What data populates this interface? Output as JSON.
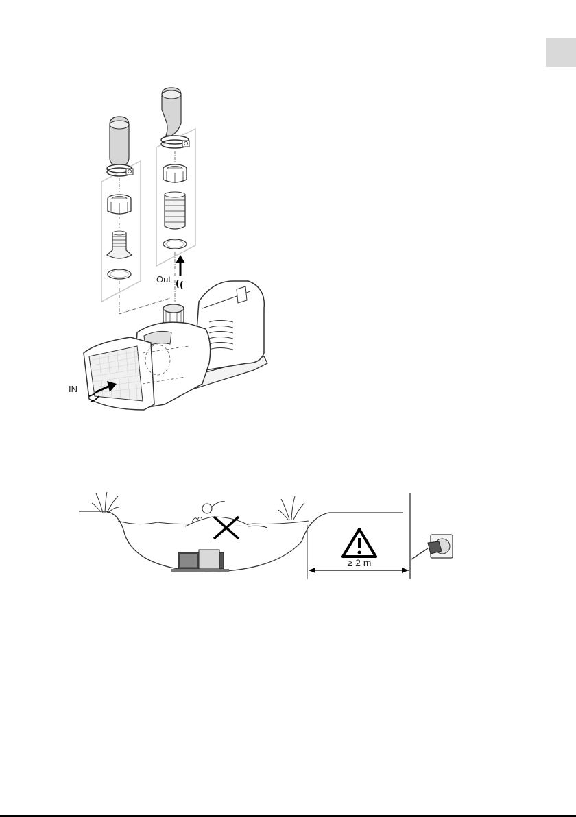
{
  "pump_figure": {
    "label_out": "Out",
    "label_in": "IN"
  },
  "pond_figure": {
    "distance_label": "≥ 2 m",
    "warning_icon": "warning-triangle-icon",
    "no_swimming_icon": "cross-icon"
  },
  "colors": {
    "line": "#333333",
    "tab": "#d9d9d9",
    "frame": "#c8c8c8",
    "hose": "#d6d6d6"
  }
}
